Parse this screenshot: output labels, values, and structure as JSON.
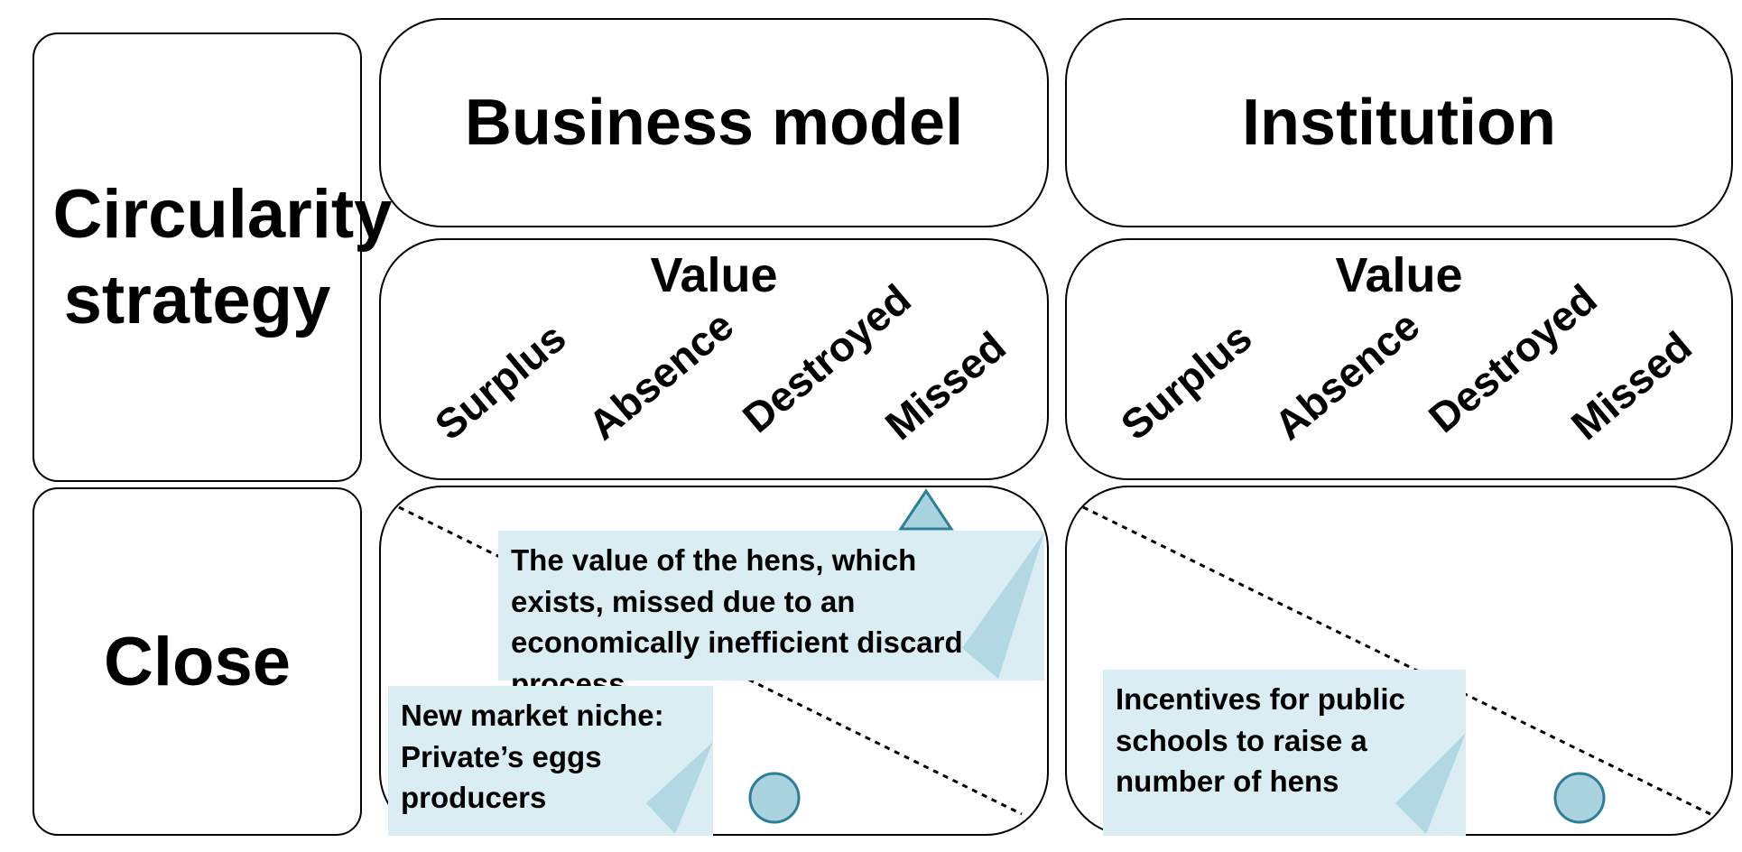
{
  "left_column": {
    "header": "Circularity strategy",
    "row_label": "Close"
  },
  "panels": [
    {
      "title": "Business model",
      "value_label": "Value",
      "categories": [
        "Surplus",
        "Absence",
        "Destroyed",
        "Missed"
      ],
      "notes": [
        "The value of the hens, which exists, missed due to an economically inefficient discard process",
        "New market niche: Private’s  eggs producers"
      ]
    },
    {
      "title": "Institution",
      "value_label": "Value",
      "categories": [
        "Surplus",
        "Absence",
        "Destroyed",
        "Missed"
      ],
      "notes": [
        "Incentives for public schools to raise a number of hens"
      ]
    }
  ],
  "colors": {
    "note_fill": "#daedf3",
    "note_tail": "#b2d8e3",
    "marker_fill": "#a8d3df",
    "marker_stroke": "#2e7f95"
  }
}
